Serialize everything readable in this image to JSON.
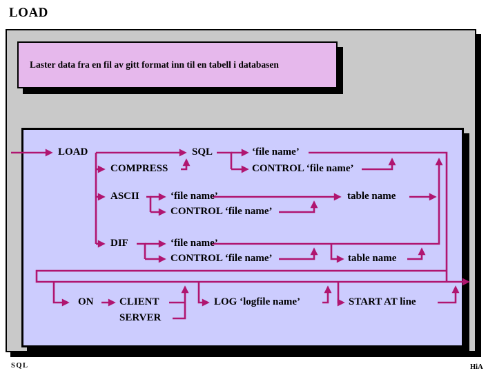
{
  "page": {
    "title": "LOAD",
    "footer_left": "SQL",
    "footer_right": "HiA"
  },
  "description": {
    "text": "Laster data fra en fil av gitt format inn til en tabell i databasen"
  },
  "diagram": {
    "labels": {
      "load": "LOAD",
      "compress": "COMPRESS",
      "sql": "SQL",
      "file_name_sql": "‘file name’",
      "control_file_name_sql": "CONTROL ‘file name’",
      "ascii": "ASCII",
      "file_name_ascii": "‘file name’",
      "control_file_name_ascii": "CONTROL ‘file name’",
      "table_name_ascii": "table name",
      "dif": "DIF",
      "file_name_dif": "‘file name’",
      "control_file_name_dif": "CONTROL ‘file name’",
      "table_name_dif": "table name",
      "on": "ON",
      "client": "CLIENT",
      "server": "SERVER",
      "log": "LOG ‘logfile name’",
      "start_at": "START AT line"
    },
    "colors": {
      "line": "#b01570",
      "diagram_bg": "#ccccfe",
      "panel_bg": "#c9c9c9",
      "description_bg": "#e6b8ec",
      "page_bg": "#ffffff",
      "text": "#000000"
    }
  }
}
